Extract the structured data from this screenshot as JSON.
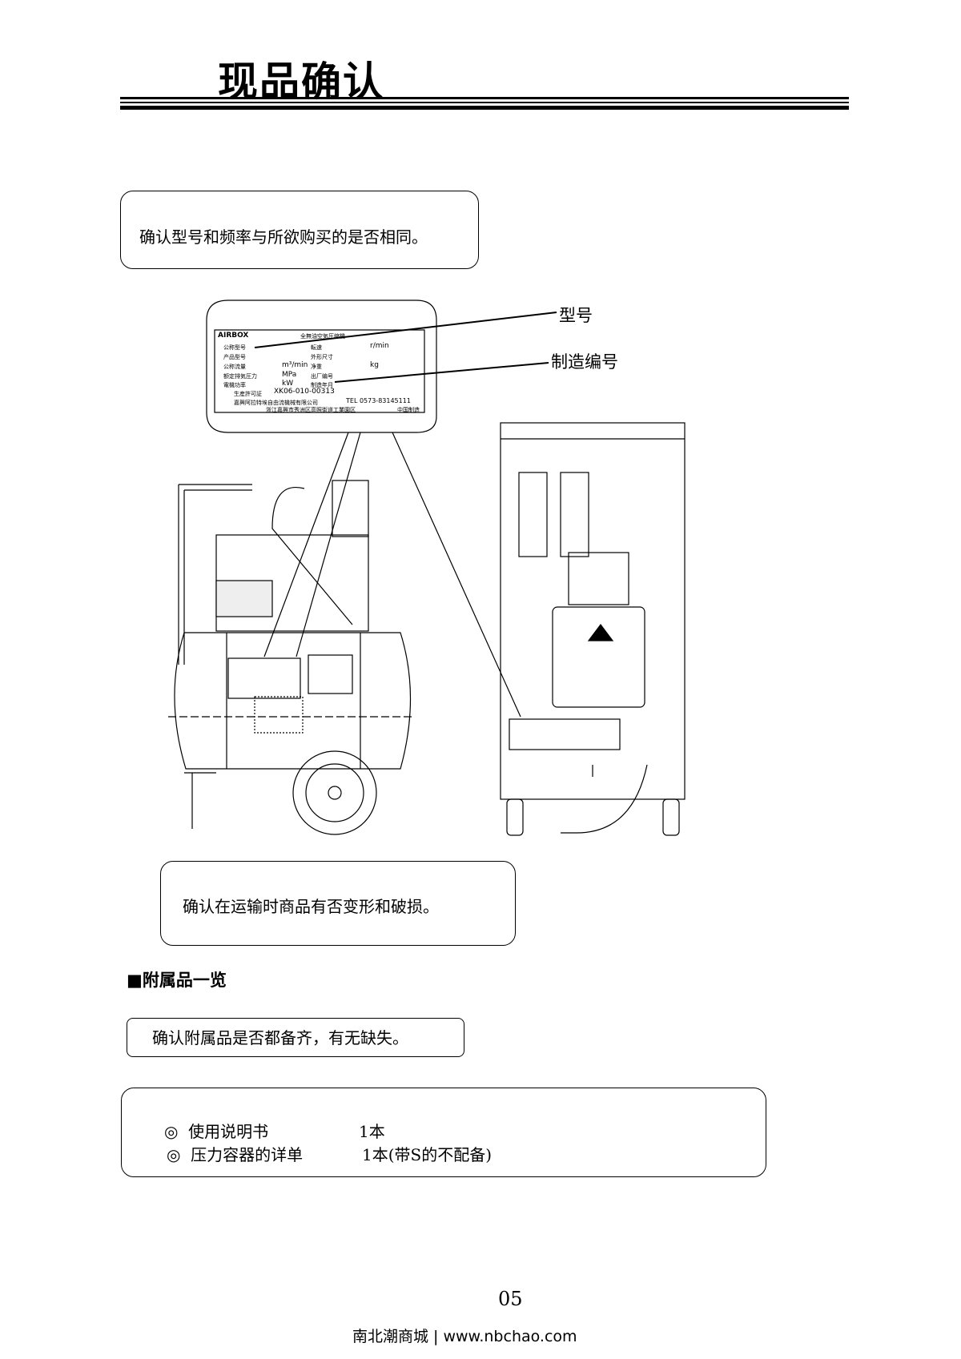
{
  "title": "现品确认",
  "note1": "确认型号和频率与所欲购买的是否相同。",
  "callouts": {
    "model": "型号",
    "serial": "制造编号"
  },
  "nameplate": {
    "brand": "AIRBOX",
    "product": "全無油空気圧縮機",
    "rows": [
      [
        "公称型号",
        "転速",
        "r/min"
      ],
      [
        "产品型号",
        "外形尺寸",
        ""
      ],
      [
        "公称流量",
        "m³/min",
        "净重",
        "kg"
      ],
      [
        "额定排気圧力",
        "MPa",
        "出厂编号"
      ],
      [
        "電機功率",
        "kW",
        "制造年月"
      ]
    ],
    "license_label": "生産許可証",
    "license": "XK06-010-00313",
    "company": "嘉興阿拉特埃自由流機械有限公司",
    "tel": "TEL  0573-83145111",
    "address": "浙江嘉興市秀洲区高照街道工業園区",
    "made_in": "中国制造"
  },
  "note2": "确认在运输时商品有否变形和破损。",
  "accessories": {
    "heading": "■附属品一览",
    "note": "确认附属品是否都备齐，有无缺失。",
    "items": [
      {
        "mark": "◎",
        "name": "使用说明书",
        "qty": "1本"
      },
      {
        "mark": "◎",
        "name": "压力容器的详单",
        "qty": "1本(带S的不配备)"
      }
    ]
  },
  "page_number": "05",
  "footer": "南北潮商城 | www.nbchao.com"
}
